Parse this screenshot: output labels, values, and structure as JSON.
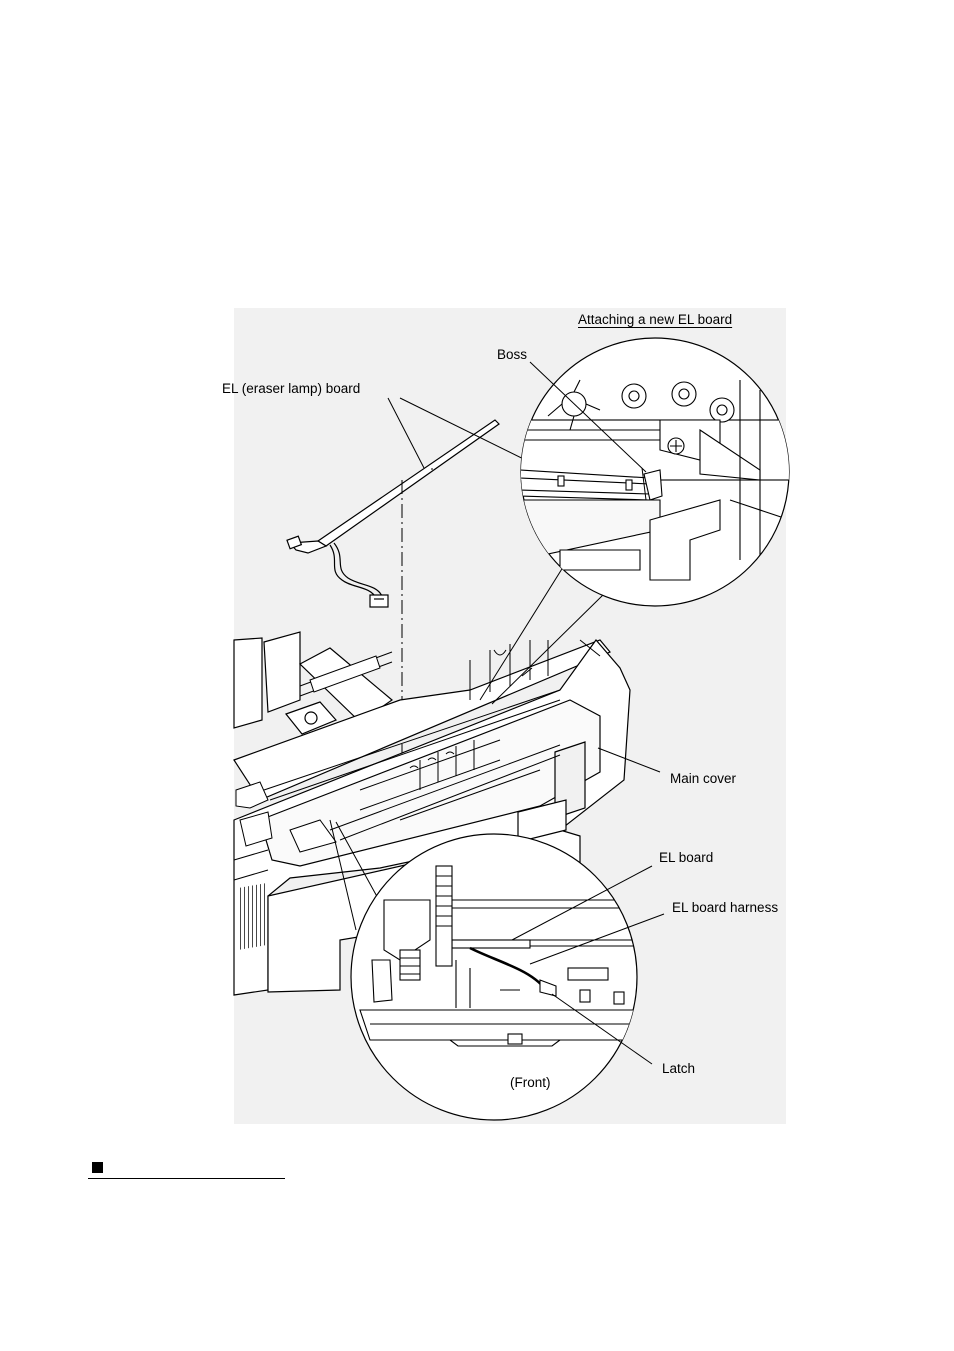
{
  "figure": {
    "labels": {
      "inset_title": "Attaching a new EL board",
      "boss": "Boss",
      "el_eraser_lamp_board": "EL (eraser lamp) board",
      "main_cover": "Main cover",
      "el_board": "EL board",
      "el_board_harness": "EL board harness",
      "latch": "Latch",
      "front": "(Front)"
    },
    "icons": [
      "section-square-bullet-icon"
    ]
  }
}
